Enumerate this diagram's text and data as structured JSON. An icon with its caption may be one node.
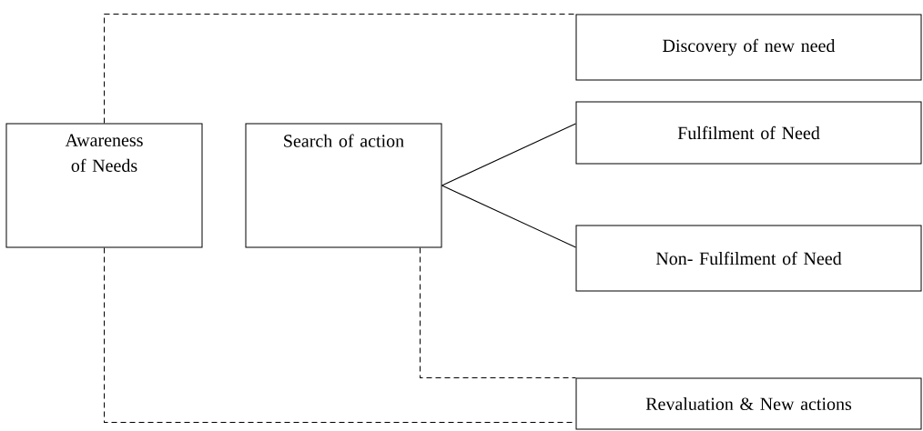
{
  "diagram": {
    "nodes": [
      {
        "text": [
          "Awareness of Needs"
        ]
      },
      {
        "text": [
          "Search of action"
        ]
      },
      {
        "text": [
          "Discovery of new need"
        ]
      },
      {
        "text": [
          "Fulfilment of Need"
        ]
      },
      {
        "text": [
          "Non- Fulfilment of Need"
        ]
      },
      {
        "text": [
          "Revaluation & New actions"
        ]
      }
    ],
    "edges": [
      {
        "from": 1,
        "to": 3,
        "arrow": "none"
      },
      {
        "from": 1,
        "to": 4,
        "arrow": "none"
      },
      {
        "from": 0,
        "to": 2,
        "arrow": "none",
        "style": "dashed"
      },
      {
        "from": 1,
        "to": 5,
        "arrow": "none",
        "style": "dashed"
      },
      {
        "from": 0,
        "to": 5,
        "arrow": "none",
        "style": "dashed"
      }
    ]
  }
}
